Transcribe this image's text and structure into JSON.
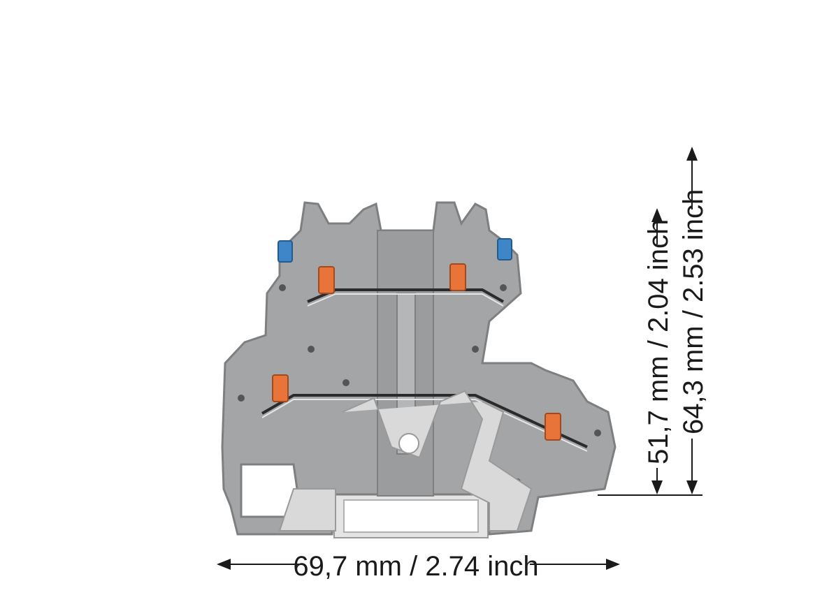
{
  "dimensions": {
    "width": "69,7 mm / 2.74 inch",
    "height_inner": "51,7 mm / 2.04 inch",
    "height_outer": "64,3 mm / 2.53 inch"
  },
  "colors": {
    "housing": "#a3a5a7",
    "housing_dark": "#7d7f81",
    "rail": "#dcdcdc",
    "lever_orange": "#e8743a",
    "marker_blue": "#3e86c8",
    "line": "#1a1a1a"
  }
}
